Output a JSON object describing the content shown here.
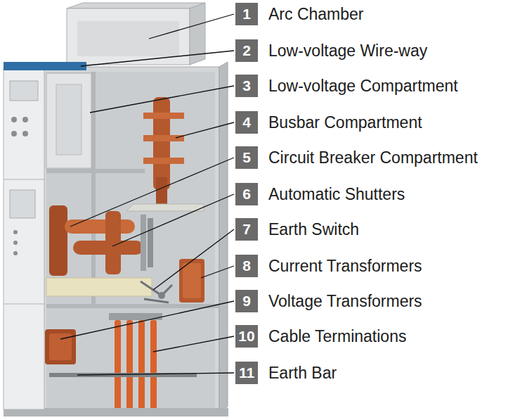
{
  "diagram": {
    "nodes": [
      {
        "text": [
          "1",
          "Arc Chamber"
        ]
      },
      {
        "text": [
          "2",
          "Low-voltage Wire-way"
        ]
      },
      {
        "text": [
          "3",
          "Low-voltage Compartment"
        ]
      },
      {
        "text": [
          "4",
          "Busbar Compartment"
        ]
      },
      {
        "text": [
          "5",
          "Circuit Breaker Compartment"
        ]
      },
      {
        "text": [
          "6",
          "Automatic Shutters"
        ]
      },
      {
        "text": [
          "7",
          "Earth Switch"
        ]
      },
      {
        "text": [
          "8",
          "Current Transformers"
        ]
      },
      {
        "text": [
          "9",
          "Voltage Transformers"
        ]
      },
      {
        "text": [
          "10",
          "Cable Terminations"
        ]
      },
      {
        "text": [
          "11",
          "Earth Bar"
        ]
      }
    ]
  }
}
